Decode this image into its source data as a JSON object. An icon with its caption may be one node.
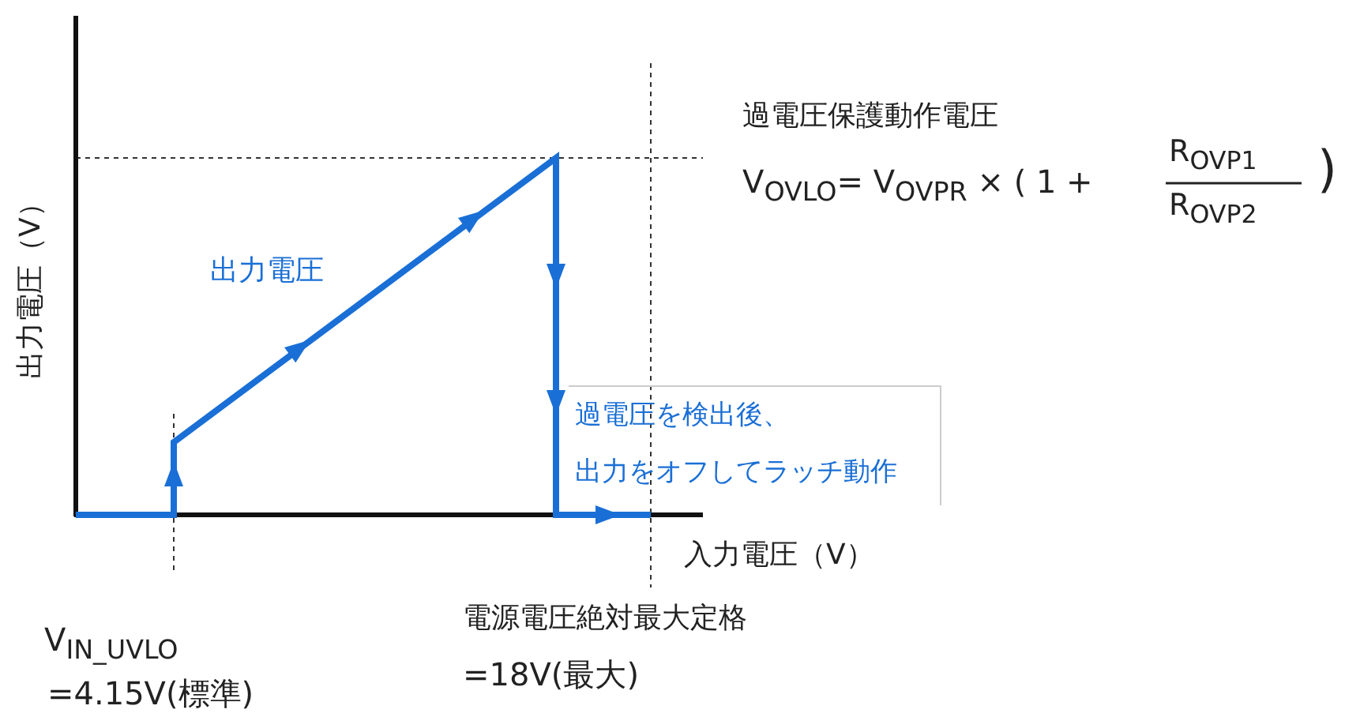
{
  "diagram": {
    "nodes": [
      {
        "text": [
          "過電圧を検出後、",
          "出力をオフしてラッチ動作"
        ]
      }
    ],
    "labels": [
      "出力電圧（V）",
      "過電圧保護動作電圧",
      "V$_{OVLO}$= V$_{OVPR}$ × ( 1 +",
      "R$_{OVP1}$",
      "R$_{OVP2}$",
      ")",
      "出力電圧",
      "入力電圧（V）",
      "V$_{IN_UVLO}$",
      "=4.15V(標準)",
      "電源電圧絶対最大定格",
      "=18V(最大)"
    ]
  }
}
